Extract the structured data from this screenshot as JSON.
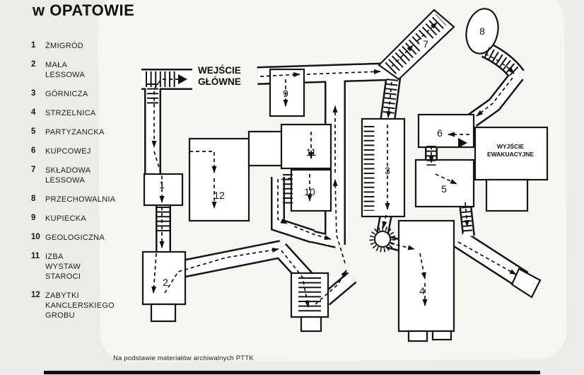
{
  "title": "w OPATOWIE",
  "legend": {
    "items": [
      {
        "num": "1",
        "label": "ŻMIGRÓD"
      },
      {
        "num": "2",
        "label": "MAŁA\nLESSOWA"
      },
      {
        "num": "3",
        "label": "GÓRNICZA"
      },
      {
        "num": "4",
        "label": "STRZELNICA"
      },
      {
        "num": "5",
        "label": "PARTYZANCKA"
      },
      {
        "num": "6",
        "label": "KUPCOWEJ"
      },
      {
        "num": "7",
        "label": "SKŁADOWA\nLESSOWA"
      },
      {
        "num": "8",
        "label": "PRZECHOWALNIA"
      },
      {
        "num": "9",
        "label": "KUPIECKA"
      },
      {
        "num": "10",
        "label": "GEOLOGICZNA"
      },
      {
        "num": "11",
        "label": "IZBA\nWYSTAW\nSTAROCI"
      },
      {
        "num": "12",
        "label": "ZABYTKI\nKANCLERSKIEGO\nGROBU"
      }
    ]
  },
  "plan": {
    "entrance": {
      "line1": "WEJŚCIE",
      "line2": "GŁÓWNE"
    },
    "exit": {
      "line1": "WYJŚCIE",
      "line2": "EWAKUACYJNE"
    },
    "rooms": [
      "1",
      "2",
      "3",
      "4",
      "5",
      "6",
      "7",
      "8",
      "9",
      "10",
      "11",
      "12"
    ]
  },
  "footer": "Na podstawie materiałów archiwalnych PTTK",
  "colors": {
    "ink": "#161616",
    "paper": "#f6f5f1",
    "background": "#edebe7"
  }
}
